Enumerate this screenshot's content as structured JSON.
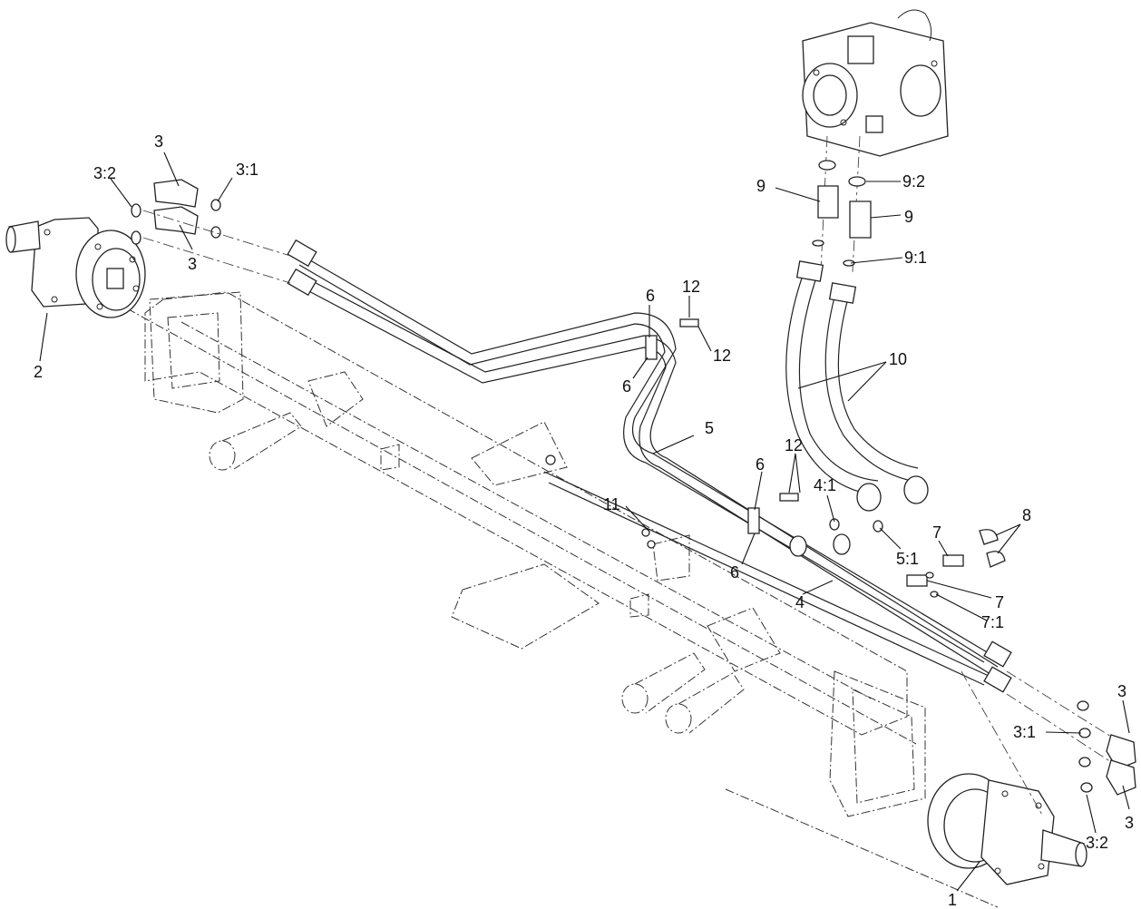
{
  "callouts": [
    {
      "id": "c-1",
      "label": "1"
    },
    {
      "id": "c-2",
      "label": "2"
    },
    {
      "id": "c-3a",
      "label": "3"
    },
    {
      "id": "c-3b",
      "label": "3"
    },
    {
      "id": "c-3c",
      "label": "3"
    },
    {
      "id": "c-3d",
      "label": "3"
    },
    {
      "id": "c-3-1a",
      "label": "3:1"
    },
    {
      "id": "c-3-1b",
      "label": "3:1"
    },
    {
      "id": "c-3-2a",
      "label": "3:2"
    },
    {
      "id": "c-3-2b",
      "label": "3:2"
    },
    {
      "id": "c-4",
      "label": "4"
    },
    {
      "id": "c-4-1",
      "label": "4:1"
    },
    {
      "id": "c-5",
      "label": "5"
    },
    {
      "id": "c-5-1",
      "label": "5:1"
    },
    {
      "id": "c-6a",
      "label": "6"
    },
    {
      "id": "c-6b",
      "label": "6"
    },
    {
      "id": "c-6c",
      "label": "6"
    },
    {
      "id": "c-6d",
      "label": "6"
    },
    {
      "id": "c-7a",
      "label": "7"
    },
    {
      "id": "c-7b",
      "label": "7"
    },
    {
      "id": "c-7-1",
      "label": "7:1"
    },
    {
      "id": "c-8",
      "label": "8"
    },
    {
      "id": "c-9a",
      "label": "9"
    },
    {
      "id": "c-9b",
      "label": "9"
    },
    {
      "id": "c-9-1",
      "label": "9:1"
    },
    {
      "id": "c-9-2",
      "label": "9:2"
    },
    {
      "id": "c-10",
      "label": "10"
    },
    {
      "id": "c-11",
      "label": "11"
    },
    {
      "id": "c-12a",
      "label": "12"
    },
    {
      "id": "c-12b",
      "label": "12"
    },
    {
      "id": "c-12c",
      "label": "12"
    }
  ]
}
